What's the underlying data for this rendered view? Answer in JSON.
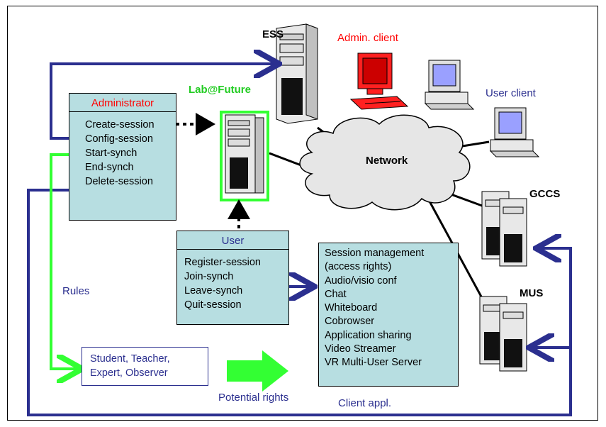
{
  "labels": {
    "ess": "ESS",
    "admin_client": "Admin. client",
    "user_client": "User client",
    "lab_future": "Lab@Future",
    "network": "Network",
    "gccs": "GCCS",
    "mus": "MUS",
    "rules": "Rules",
    "potential_rights": "Potential rights",
    "client_appl": "Client appl."
  },
  "administrator": {
    "title": "Administrator",
    "items": [
      "Create-session",
      "Config-session",
      "Start-synch",
      "End-synch",
      "Delete-session"
    ]
  },
  "user": {
    "title": "User",
    "items": [
      "Register-session",
      "Join-synch",
      "Leave-synch",
      "Quit-session"
    ]
  },
  "roles": {
    "lines": [
      "Student, Teacher,",
      "Expert, Observer"
    ]
  },
  "applications": {
    "items": [
      "Session management",
      "(access rights)",
      "Audio/visio conf",
      "Chat",
      "Whiteboard",
      "Cobrowser",
      "Application sharing",
      "Video Streamer",
      "VR Multi-User Server"
    ]
  },
  "colors": {
    "arrow_blue": "#2b2f8f",
    "green": "#33ff33",
    "red": "#ff0000",
    "box_fill": "#b7dee1",
    "label_blue": "#2b2f8f",
    "lab_green": "#22cc22"
  }
}
